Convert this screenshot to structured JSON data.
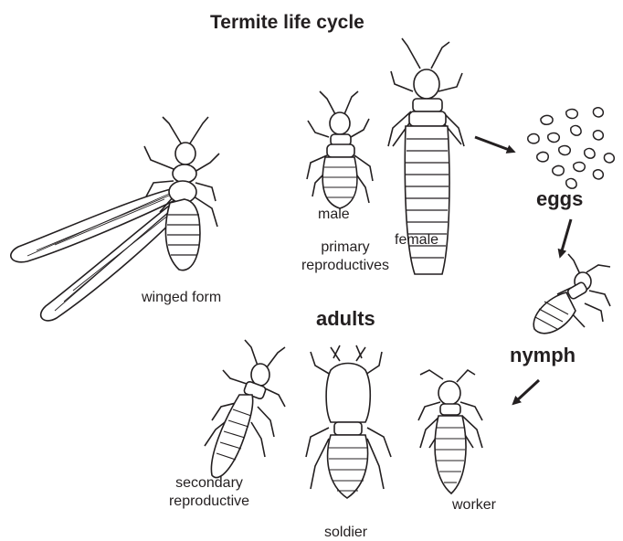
{
  "title": "Termite life cycle",
  "stages": {
    "eggs": "eggs",
    "nymph": "nymph",
    "adults": "adults"
  },
  "labels": {
    "winged_form": "winged form",
    "male": "male",
    "female": "female",
    "primary_reproductives_line1": "primary",
    "primary_reproductives_line2": "reproductives",
    "secondary_reproductive_line1": "secondary",
    "secondary_reproductive_line2": "reproductive",
    "soldier": "soldier",
    "worker": "worker"
  },
  "colors": {
    "ink": "#231f20",
    "body_fill": "#ffffff"
  }
}
